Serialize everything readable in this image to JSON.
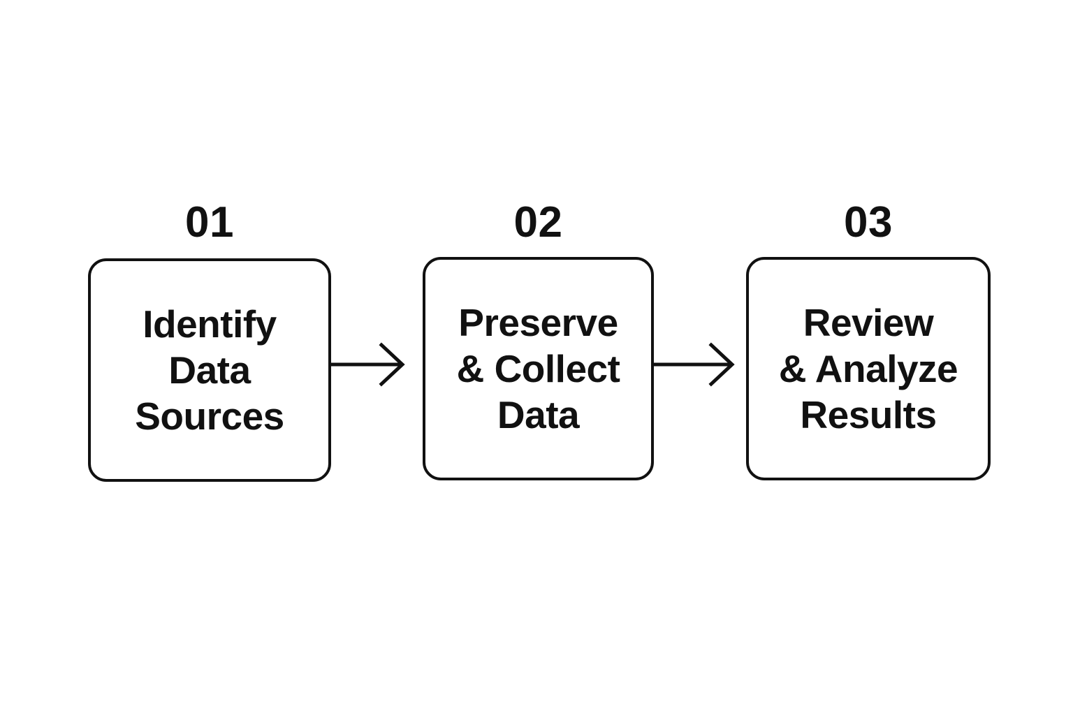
{
  "diagram": {
    "type": "process-flow",
    "orientation": "horizontal",
    "background_color": "#ffffff",
    "stroke_color": "#111111",
    "steps": [
      {
        "number": "01",
        "label": "Identify\nData\nSources",
        "lines": [
          "Identify",
          "Data",
          "Sources"
        ]
      },
      {
        "number": "02",
        "label": "Preserve\n& Collect\nData",
        "lines": [
          "Preserve",
          "& Collect",
          "Data"
        ]
      },
      {
        "number": "03",
        "label": "Review\n& Analyze\nResults",
        "lines": [
          "Review",
          "& Analyze",
          "Results"
        ]
      }
    ],
    "connectors": [
      {
        "from": "01",
        "to": "02",
        "icon": "arrow-right-icon"
      },
      {
        "from": "02",
        "to": "03",
        "icon": "arrow-right-icon"
      }
    ]
  }
}
